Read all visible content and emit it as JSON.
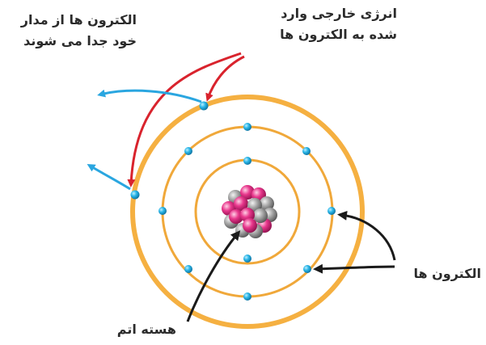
{
  "labels": {
    "energy_line1": "انرژی خارجی وارد",
    "energy_line2": "شده به الکترون ها",
    "detach_line1": "الکترون ها از مدار",
    "detach_line2": "خود جدا می شوند",
    "electrons": "الکترون ها",
    "nucleus": "هسته اتم"
  },
  "colors": {
    "outer_orbit": "#f5b041",
    "inner_orbit": "#f0a83a",
    "electron": "#29b6e8",
    "proton": "#e8378c",
    "neutron": "#9a9a9a",
    "energy_arrow": "#d9232d",
    "escape_arrow": "#2aa6e0",
    "pointer_arrow": "#1a1a1a"
  }
}
